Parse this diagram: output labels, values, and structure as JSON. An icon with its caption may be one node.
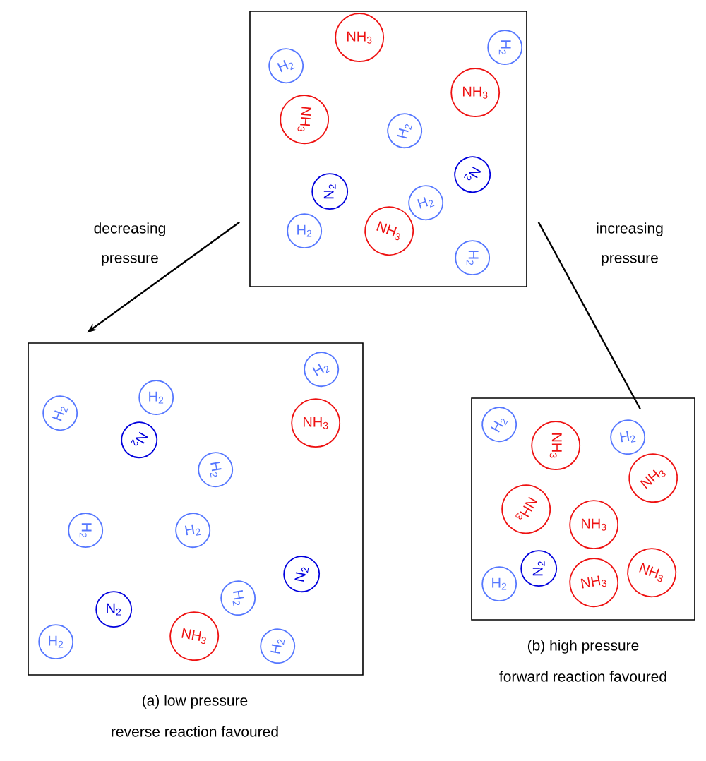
{
  "diagram": {
    "nodes": [
      {
        "text": [],
        "shape": "box"
      },
      {
        "text": [
          "NH$_{3}$"
        ],
        "in": 0
      },
      {
        "text": [
          "H$_{2}$"
        ],
        "in": 0
      },
      {
        "text": [
          "H$_{2}$"
        ],
        "in": 0
      },
      {
        "text": [
          "NH$_{3}$"
        ],
        "in": 0
      },
      {
        "text": [
          "NH$_{3}$"
        ],
        "in": 0
      },
      {
        "text": [
          "H$_{2}$"
        ],
        "in": 0
      },
      {
        "text": [
          "N$_{2}$"
        ],
        "in": 0
      },
      {
        "text": [
          "N$_{2}$"
        ],
        "in": 0
      },
      {
        "text": [
          "H$_{2}$"
        ],
        "in": 0
      },
      {
        "text": [
          "H$_{2}$"
        ],
        "in": 0
      },
      {
        "text": [
          "NH$_{3}$"
        ],
        "in": 0
      },
      {
        "text": [
          "H$_{2}$"
        ],
        "in": 0
      },
      {
        "text": [],
        "shape": "box"
      },
      {
        "text": [
          "H$_{2}$"
        ],
        "in": 13
      },
      {
        "text": [
          "H$_{2}$"
        ],
        "in": 13
      },
      {
        "text": [
          "H$_{2}$"
        ],
        "in": 13
      },
      {
        "text": [
          "NH$_{3}$"
        ],
        "in": 13
      },
      {
        "text": [
          "N$_{2}$"
        ],
        "in": 13
      },
      {
        "text": [
          "H$_{2}$"
        ],
        "in": 13
      },
      {
        "text": [
          "H$_{2}$"
        ],
        "in": 13
      },
      {
        "text": [
          "H$_{2}$"
        ],
        "in": 13
      },
      {
        "text": [
          "N$_{2}$"
        ],
        "in": 13
      },
      {
        "text": [
          "H$_{2}$"
        ],
        "in": 13
      },
      {
        "text": [
          "N$_{2}$"
        ],
        "in": 13
      },
      {
        "text": [
          "NH$_{3}$"
        ],
        "in": 13
      },
      {
        "text": [
          "H$_{2}$"
        ],
        "in": 13
      },
      {
        "text": [
          "H$_{2}$"
        ],
        "in": 13
      },
      {
        "text": [],
        "shape": "box"
      },
      {
        "text": [
          "H$_{2}$"
        ],
        "in": 28
      },
      {
        "text": [
          "NH$_{3}$"
        ],
        "in": 28
      },
      {
        "text": [
          "H$_{2}$"
        ],
        "in": 28
      },
      {
        "text": [
          "NH$_{3}$"
        ],
        "in": 28
      },
      {
        "text": [
          "NH$_{3}$"
        ],
        "in": 28
      },
      {
        "text": [
          "NH$_{3}$"
        ],
        "in": 28
      },
      {
        "text": [
          "N$_{2}$"
        ],
        "in": 28
      },
      {
        "text": [
          "H$_{2}$"
        ],
        "in": 28
      },
      {
        "text": [
          "NH$_{3}$"
        ],
        "in": 28
      },
      {
        "text": [
          "NH$_{3}$"
        ],
        "in": 28
      }
    ],
    "edges": [
      {
        "from": 0,
        "to": 13,
        "arrow": "to",
        "label": "decreasing pressure"
      },
      {
        "from": 0,
        "to": 28,
        "arrow": "none",
        "label": "increasing pressure"
      }
    ],
    "labels": [
      "(b) high pressure",
      "forward reaction favoured",
      "(a) low pressure",
      "reverse reaction favoured"
    ]
  }
}
